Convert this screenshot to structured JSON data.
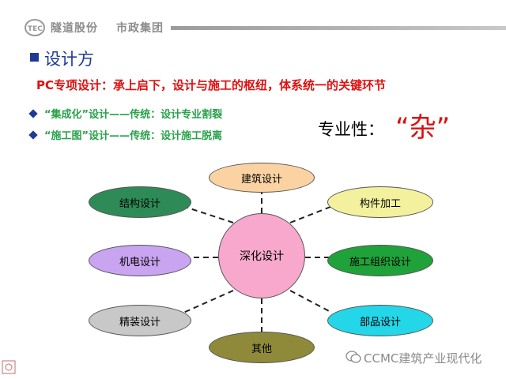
{
  "header": {
    "logo_mark": "TEC",
    "company_1": "隧道股份",
    "company_2": "市政集团"
  },
  "section": {
    "title": "设计方"
  },
  "pc_line": "PC专项设计：承上启下，设计与施工的枢纽，体系统一的关键环节",
  "bullets": [
    "“集成化”设计——传统：设计专业割裂",
    "“施工图”设计——传统：设计施工脱离"
  ],
  "zhuanye_label": "专业性：",
  "za_label": "“杂”",
  "diagram": {
    "center": "深化设计",
    "nodes": {
      "top": "建筑设计",
      "upper_left": "结构设计",
      "upper_right": "构件加工",
      "mid_left": "机电设计",
      "mid_right": "施工组织设计",
      "lower_left": "精装设计",
      "lower_right": "部品设计",
      "bottom": "其他"
    }
  },
  "colors": {
    "title_blue": "#1f3a96",
    "red": "#e01010",
    "green": "#29a24b",
    "top_node": "#fbd3a2",
    "upper_left_node": "#2e8b57",
    "upper_right_node": "#f4f19e",
    "mid_left_node": "#c9a4f0",
    "mid_right_node": "#1fa23a",
    "lower_left_node": "#c8c8c8",
    "lower_right_node": "#23d6e8",
    "bottom_node": "#8f8a3a",
    "center_node": "#f7a8cc"
  },
  "watermark": "CCMC建筑产业现代化"
}
